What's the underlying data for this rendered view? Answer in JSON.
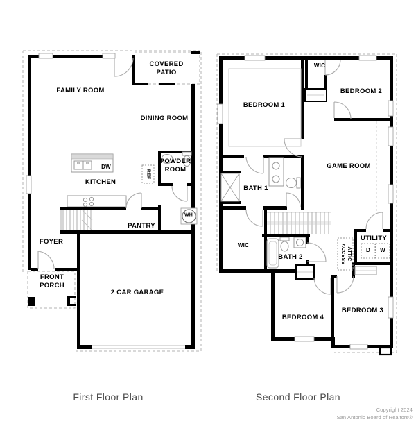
{
  "first_floor": {
    "caption": "First Floor Plan",
    "rooms": {
      "family_room": "FAMILY ROOM",
      "covered_patio": "COVERED PATIO",
      "dining_room": "DINING ROOM",
      "kitchen": "KITCHEN",
      "powder_room": "POWDER ROOM",
      "pantry": "PANTRY",
      "foyer": "FOYER",
      "front_porch": "FRONT PORCH",
      "garage": "2 CAR GARAGE"
    },
    "labels": {
      "dishwasher": "DW",
      "refrigerator": "REF",
      "water_heater": "WH"
    }
  },
  "second_floor": {
    "caption": "Second Floor Plan",
    "rooms": {
      "bedroom_1": "BEDROOM 1",
      "bedroom_2": "BEDROOM 2",
      "bedroom_3": "BEDROOM 3",
      "bedroom_4": "BEDROOM 4",
      "game_room": "GAME ROOM",
      "bath_1": "BATH 1",
      "bath_2": "BATH 2",
      "wic_bedroom1": "WIC",
      "wic_hall": "WIC",
      "utility": "UTILITY",
      "attic_access": "ATTIC ACCESS"
    },
    "labels": {
      "dryer": "D",
      "washer": "W"
    }
  },
  "footer": {
    "copyright_line1": "Copyright 2024",
    "copyright_line2": "San Antonio Board of Realtors®"
  },
  "colors": {
    "wall": "#000000",
    "fixture": "#999999",
    "dashed": "#b3b3b3",
    "caption_text": "#4a4a4a"
  }
}
